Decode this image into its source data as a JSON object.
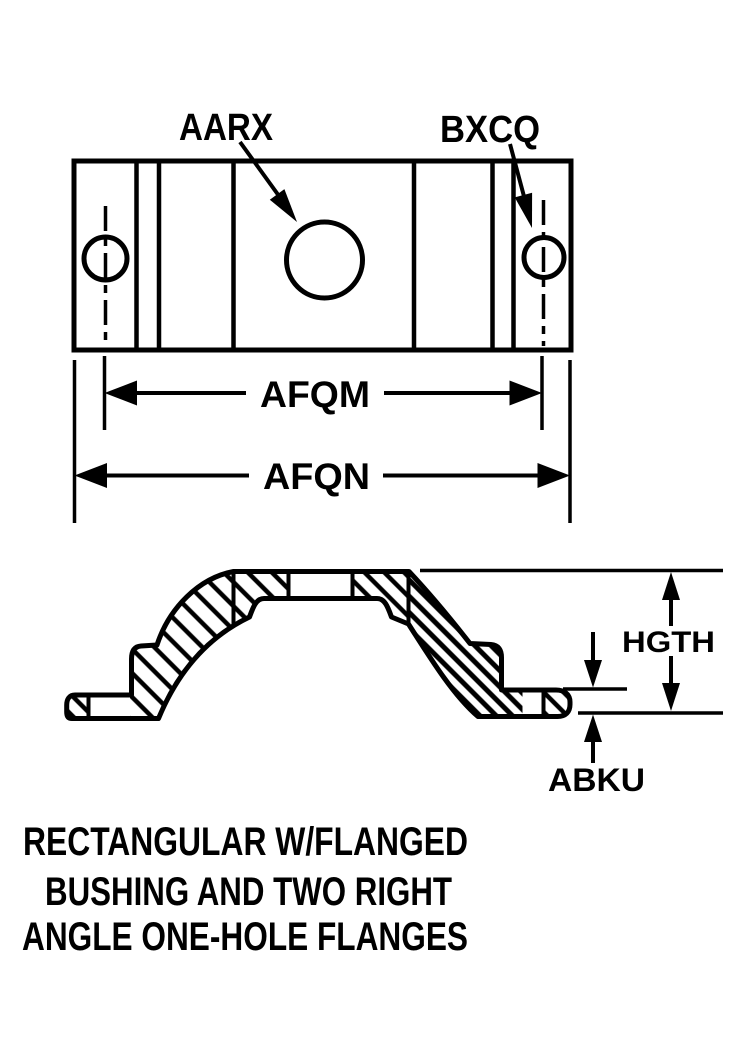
{
  "colors": {
    "ink": "#000000",
    "paper": "#ffffff"
  },
  "top_view": {
    "center_hole_label": "AARX",
    "side_hole_label": "BXCQ",
    "inner_width_label": "AFQM",
    "outer_width_label": "AFQN"
  },
  "section_view": {
    "height_label": "HGTH",
    "flange_thickness_label": "ABKU"
  },
  "caption": {
    "line1": "RECTANGULAR W/FLANGED",
    "line2": "BUSHING AND TWO RIGHT",
    "line3": "ANGLE ONE-HOLE FLANGES"
  }
}
